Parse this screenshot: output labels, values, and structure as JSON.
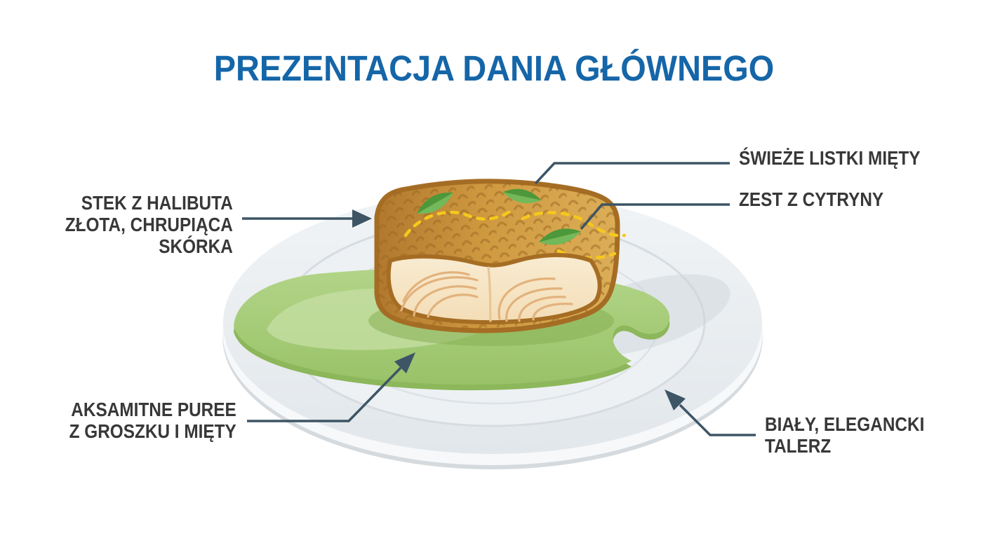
{
  "title": "PREZENTACJA DANIA GŁÓWNEGO",
  "labels": {
    "halibut_steak": {
      "lines": [
        "STEK Z HALIBUTA",
        "ZŁOTA, CHRUPIĄCA",
        "SKÓRKA"
      ]
    },
    "mint_leaves": {
      "text": "ŚWIEŻE LISTKI MIĘTY"
    },
    "lemon_zest": {
      "text": "ZEST Z CYTRYNY"
    },
    "pea_puree": {
      "lines": [
        "AKSAMITNE PUREE",
        "Z GROSZKU I MIĘTY"
      ]
    },
    "plate": {
      "lines": [
        "BIAŁY, ELEGANCKI",
        "TALERZ"
      ]
    }
  },
  "colors": {
    "title_blue": "#1566a8",
    "label_text": "#383838",
    "callout_line": "#3d5565",
    "plate_surface": "#e9edf0",
    "plate_ring": "#d7dce1",
    "puree_green": "#a3cb74",
    "puree_highlight": "#c3dda0",
    "puree_shadow": "#8cb75a",
    "crust_gold": "#cf9940",
    "crust_outline": "#a56d24",
    "flesh_cream": "#f7e6c6",
    "grain_tan": "#e2b27c",
    "leaf_dark": "#4c983a",
    "leaf_light": "#73b85a",
    "zest_yellow": "#f6c81b"
  }
}
